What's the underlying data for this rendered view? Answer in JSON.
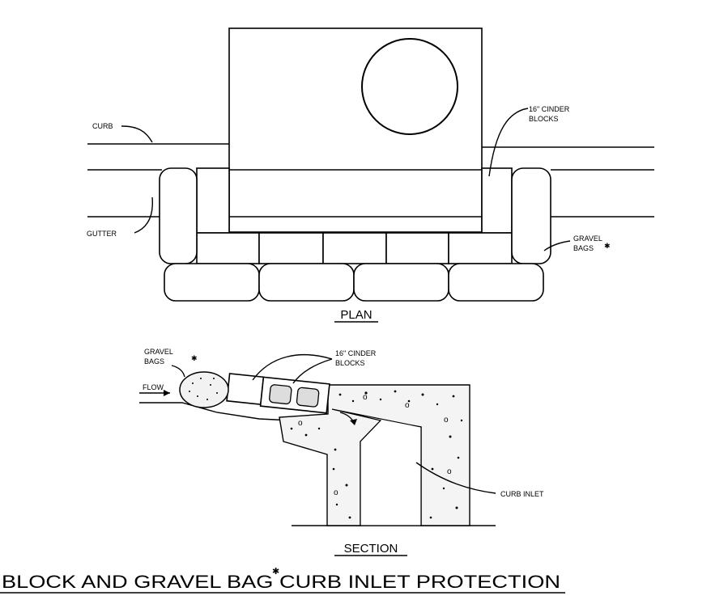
{
  "plan": {
    "labels": {
      "curb": "CURB",
      "gutter": "GUTTER",
      "cinder_blocks_line1": "16\" CINDER",
      "cinder_blocks_line2": "BLOCKS",
      "gravel_bags_line1": "GRAVEL",
      "gravel_bags_line2": "BAGS"
    },
    "caption": "PLAN"
  },
  "section": {
    "labels": {
      "gravel_bags_line1": "GRAVEL",
      "gravel_bags_line2": "BAGS",
      "cinder_blocks_line1": "16\" CINDER",
      "cinder_blocks_line2": "BLOCKS",
      "flow": "FLOW",
      "curb_inlet": "CURB INLET"
    },
    "caption": "SECTION"
  },
  "title": "BLOCK AND GRAVEL BAG CURB INLET PROTECTION"
}
